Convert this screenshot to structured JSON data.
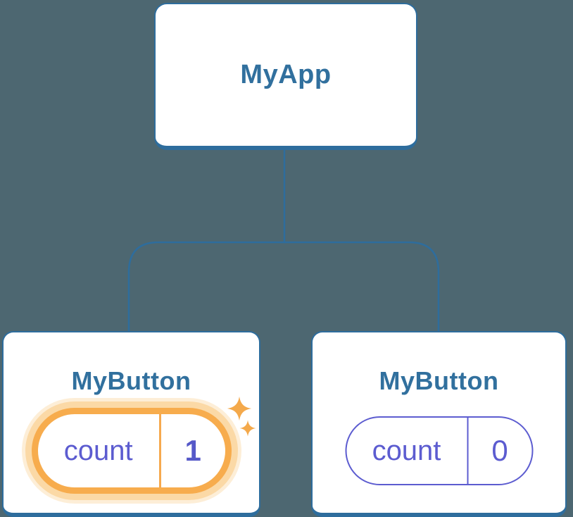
{
  "tree": {
    "root": {
      "label": "MyApp"
    },
    "children": [
      {
        "label": "MyButton",
        "state": {
          "name": "count",
          "value": "1",
          "highlighted": true
        }
      },
      {
        "label": "MyButton",
        "state": {
          "name": "count",
          "value": "0",
          "highlighted": false
        }
      }
    ]
  },
  "icons": {
    "sparkle_large": "sparkle-icon",
    "sparkle_small": "sparkle-icon"
  },
  "colors": {
    "background": "#4d6771",
    "node_fill": "#ffffff",
    "node_border_blue": "#2e6d9d",
    "node_label_blue": "#31709e",
    "state_purple": "#5c5cd0",
    "highlight_orange": "#f7ac4d",
    "highlight_halo": "#fbd9a6",
    "sparkle_orange": "#f4a94b"
  }
}
